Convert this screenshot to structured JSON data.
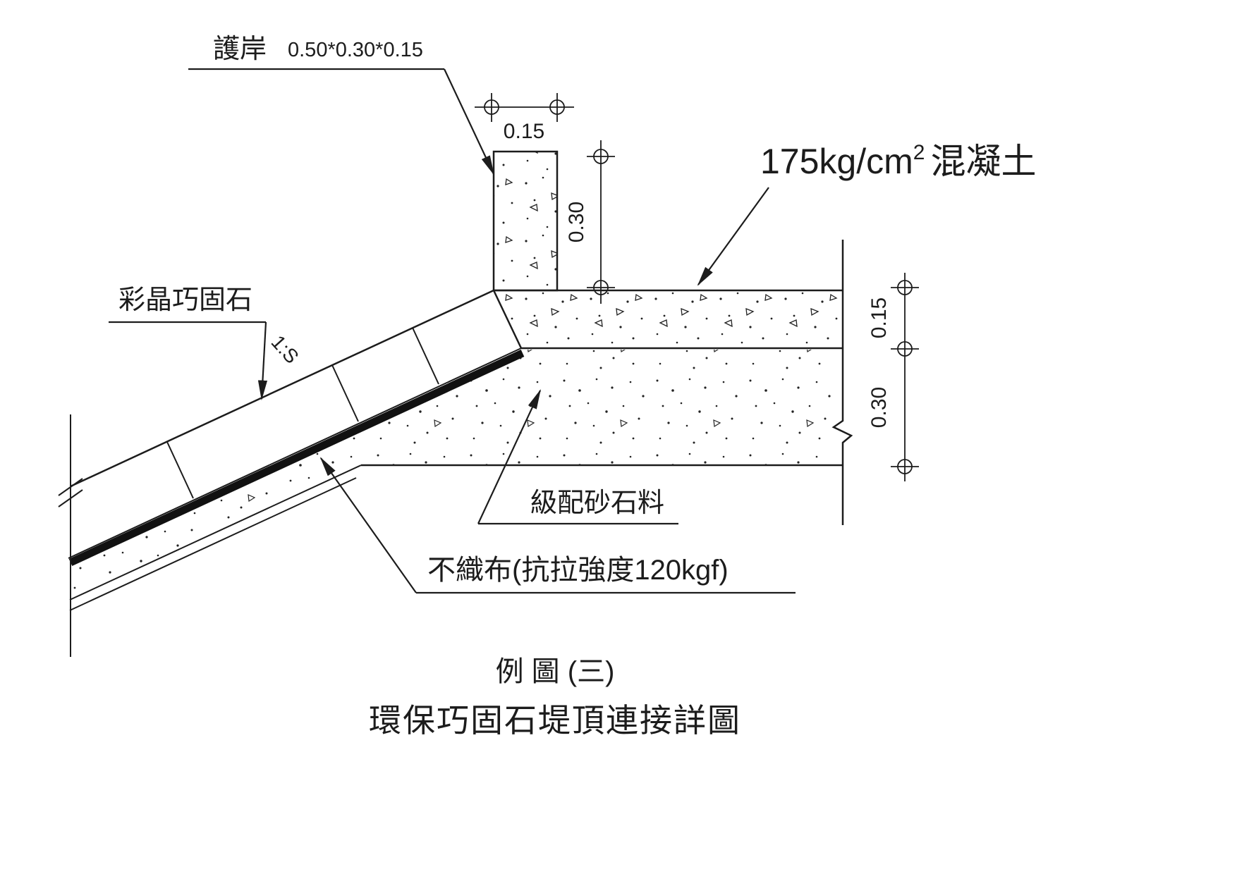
{
  "drawing": {
    "labels": {
      "revetment": "護岸",
      "revetment_size": "0.50*0.30*0.15",
      "concrete_prefix": "175kg/cm",
      "concrete_sup": "2",
      "concrete_suffix": "混凝土",
      "interlocking_stone": "彩晶巧固石",
      "slope_ratio": "1:S",
      "graded_gravel": "級配砂石料",
      "nonwoven_fabric": "不織布(抗拉強度120kgf)"
    },
    "dimensions": {
      "cap_width": "0.15",
      "cap_height": "0.30",
      "slab_thickness": "0.15",
      "base_thickness": "0.30"
    },
    "captions": {
      "figure_label": "例 圖 (三)",
      "title": "環保巧固石堤頂連接詳圖"
    },
    "colors": {
      "line": "#1c1c1c",
      "background": "#ffffff"
    }
  }
}
